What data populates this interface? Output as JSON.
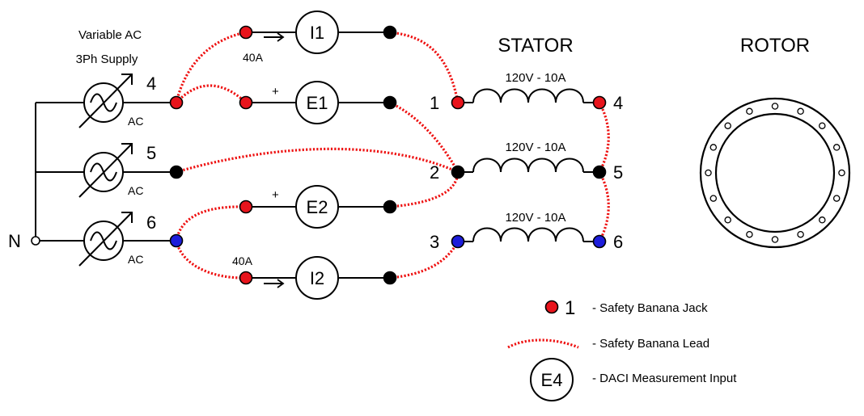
{
  "supply": {
    "title_line1": "Variable AC",
    "title_line2": "3Ph Supply",
    "source_label": "AC",
    "phase_numbers": [
      "4",
      "5",
      "6"
    ],
    "neutral_label": "N"
  },
  "meters": {
    "i1": "I1",
    "e1": "E1",
    "e2": "E2",
    "i2": "I2",
    "current_rating": "40A",
    "plus_sign": "+"
  },
  "stator": {
    "title": "STATOR",
    "winding_rating": "120V - 10A",
    "start_terminals": [
      "1",
      "2",
      "3"
    ],
    "end_terminals": [
      "4",
      "5",
      "6"
    ]
  },
  "rotor": {
    "title": "ROTOR"
  },
  "legend": {
    "jack_number": "1",
    "jack_text": "- Safety Banana Jack",
    "lead_text": "- Safety Banana Lead",
    "meter_label": "E4",
    "meter_text": "- DACI Measurement Input"
  },
  "colors": {
    "red_jack": "#e8141c",
    "blue_jack": "#1d1ddb",
    "black_jack": "#000000",
    "lead": "#e11111"
  }
}
